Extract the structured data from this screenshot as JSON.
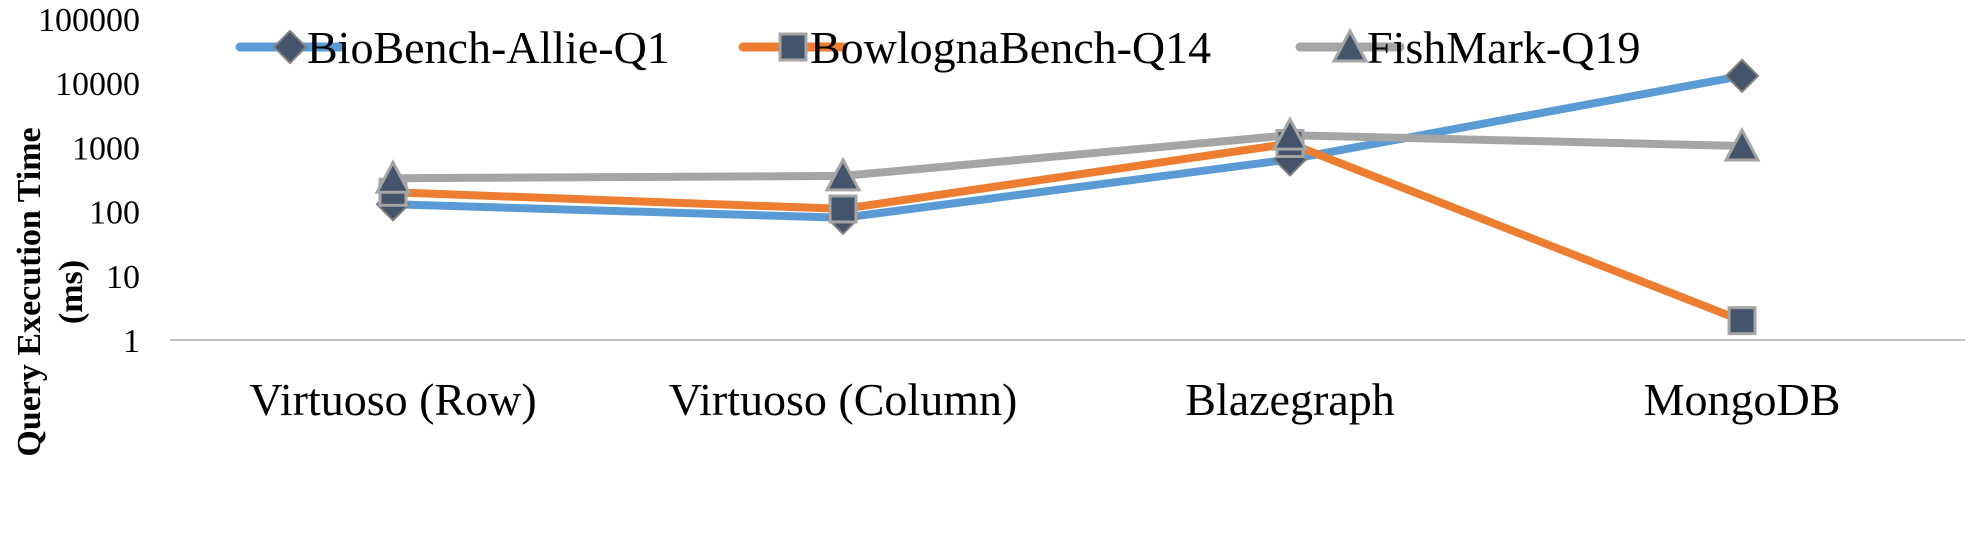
{
  "chart_data": {
    "type": "line",
    "title": "",
    "ylabel_lines": [
      "Query Execution Time",
      "(ms)"
    ],
    "xlabel": "",
    "yscale": "log",
    "ylim": [
      1,
      100000
    ],
    "yticks": [
      "1",
      "10",
      "100",
      "1000",
      "10000",
      "100000"
    ],
    "ytick_values": [
      1,
      10,
      100,
      1000,
      10000,
      100000
    ],
    "grid": false,
    "legend_position": "top",
    "categories": [
      "Virtuoso (Row)",
      "Virtuoso (Column)",
      "Blazegraph",
      "MongoDB"
    ],
    "series": [
      {
        "name": "BioBench-Allie-Q1",
        "values": [
          130,
          80,
          650,
          13000
        ],
        "color": "#5B9BD5",
        "marker": "diamond",
        "marker_color": "#44546A"
      },
      {
        "name": "BowlognaBench-Q14",
        "values": [
          200,
          110,
          1150,
          2
        ],
        "color": "#ED7D31",
        "marker": "square",
        "marker_color": "#44546A"
      },
      {
        "name": "FishMark-Q19",
        "values": [
          330,
          360,
          1550,
          1050
        ],
        "color": "#A5A5A5",
        "marker": "triangle",
        "marker_color": "#44546A"
      }
    ]
  }
}
